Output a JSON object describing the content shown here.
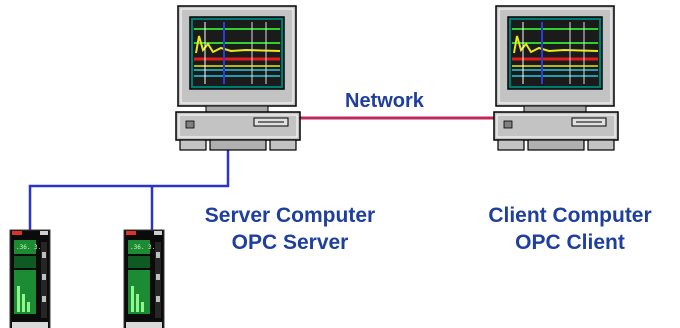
{
  "diagram": {
    "network_label": "Network",
    "server": {
      "line1": "Server Computer",
      "line2": "OPC Server"
    },
    "client": {
      "line1": "Client Computer",
      "line2": "OPC Client"
    },
    "nodes": [
      {
        "id": "server-computer",
        "kind": "computer",
        "icon": "desktop-computer-icon"
      },
      {
        "id": "client-computer",
        "kind": "computer",
        "icon": "desktop-computer-icon"
      },
      {
        "id": "controller-1",
        "kind": "process-controller",
        "icon": "controller-icon"
      },
      {
        "id": "controller-2",
        "kind": "process-controller",
        "icon": "controller-icon"
      }
    ],
    "edges": [
      {
        "from": "server-computer",
        "to": "client-computer",
        "label": "Network"
      },
      {
        "from": "server-computer",
        "to": "controller-1"
      },
      {
        "from": "server-computer",
        "to": "controller-2"
      }
    ],
    "colors": {
      "text": "#1f3f9f",
      "network_line": "#c0285a",
      "fieldbus_line": "#2b35c8",
      "computer_body": "#c3c3c3",
      "monitor_screen": "#007a6e",
      "controller_body": "#0b0b0b",
      "controller_display": "#1d8a34"
    }
  }
}
